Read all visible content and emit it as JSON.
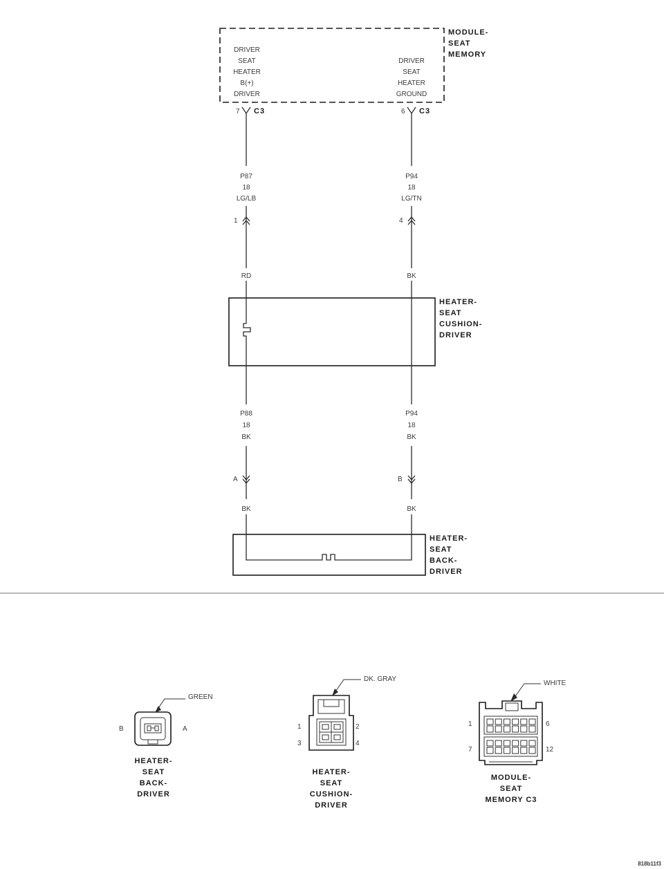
{
  "module": {
    "label": [
      "MODULE-",
      "SEAT",
      "MEMORY"
    ],
    "left_pin_label": [
      "DRIVER",
      "SEAT",
      "HEATER",
      "B(+)",
      "DRIVER"
    ],
    "right_pin_label": [
      "DRIVER",
      "SEAT",
      "HEATER",
      "GROUND"
    ],
    "left_pin": {
      "num": "7",
      "conn": "C3"
    },
    "right_pin": {
      "num": "6",
      "conn": "C3"
    }
  },
  "wires_upper": {
    "left": [
      "P87",
      "18",
      "LG/LB"
    ],
    "right": [
      "P94",
      "18",
      "LG/TN"
    ]
  },
  "inline_upper": {
    "left_pin": "1",
    "right_pin": "4",
    "left_color": "RD",
    "right_color": "BK"
  },
  "cushion": {
    "label": [
      "HEATER-",
      "SEAT",
      "CUSHION-",
      "DRIVER"
    ]
  },
  "wires_lower": {
    "left": [
      "P88",
      "18",
      "BK"
    ],
    "right": [
      "P94",
      "18",
      "BK"
    ]
  },
  "inline_lower": {
    "left_pin": "A",
    "right_pin": "B",
    "left_color": "BK",
    "right_color": "BK"
  },
  "back": {
    "label": [
      "HEATER-",
      "SEAT",
      "BACK-",
      "DRIVER"
    ]
  },
  "connectors": [
    {
      "color": "GREEN",
      "pins": [
        "B",
        "A"
      ],
      "label": [
        "HEATER-",
        "SEAT",
        "BACK-",
        "DRIVER"
      ]
    },
    {
      "color": "DK. GRAY",
      "pins": [
        "1",
        "2",
        "3",
        "4"
      ],
      "label": [
        "HEATER-",
        "SEAT",
        "CUSHION-",
        "DRIVER"
      ]
    },
    {
      "color": "WHITE",
      "pins": [
        "1",
        "6",
        "7",
        "12"
      ],
      "label": [
        "MODULE-",
        "SEAT",
        "MEMORY C3"
      ]
    }
  ],
  "figure_code": "818b11f3"
}
